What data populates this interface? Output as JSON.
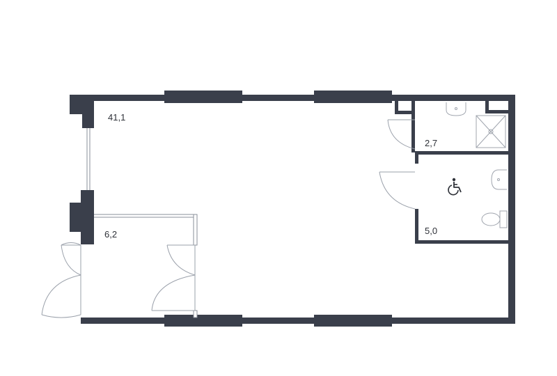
{
  "rooms": {
    "main_area": "41,1",
    "vestibule_area": "6,2",
    "bathroom_area": "2,7",
    "accessible_wc_area": "5,0"
  },
  "icons": {
    "accessibility": "wheelchair-icon",
    "washbasin": "sink-icon",
    "shower": "shower-tray-icon",
    "toilet": "toilet-icon"
  },
  "colors": {
    "wall": "#3a3f4b",
    "thin_line": "#8a8f99",
    "label": "#2e3138"
  }
}
